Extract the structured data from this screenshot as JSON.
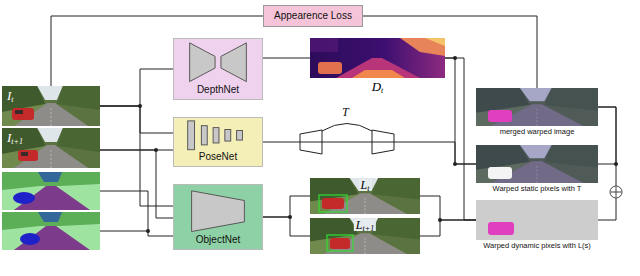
{
  "diagram": {
    "nodes": [
      {
        "text": [
          "Appearence Loss"
        ]
      },
      {
        "text": [
          "I",
          "t"
        ]
      },
      {
        "text": [
          "I",
          "t+1"
        ]
      },
      {
        "text": [
          "DepthNet"
        ]
      },
      {
        "text": [
          "PoseNet"
        ]
      },
      {
        "text": [
          "ObjectNet"
        ]
      },
      {
        "text": [
          "D",
          "t"
        ]
      },
      {
        "text": [
          "L",
          "t"
        ]
      },
      {
        "text": [
          "L",
          "t+1"
        ]
      },
      {
        "text": [
          "merged warped image"
        ]
      },
      {
        "text": [
          "Warped static pixels with T"
        ]
      },
      {
        "text": [
          "Warped dynamic pixels with L(s)"
        ]
      }
    ],
    "edges": [
      {
        "from": 1,
        "to": 0,
        "arrow": "none"
      },
      {
        "from": 0,
        "to": 9,
        "arrow": "none"
      },
      {
        "from": 1,
        "to": 3,
        "arrow": "none"
      },
      {
        "from": 1,
        "to": 4,
        "arrow": "none"
      },
      {
        "from": 2,
        "to": 4,
        "arrow": "none"
      },
      {
        "from": 1,
        "to": 5,
        "arrow": "none"
      },
      {
        "from": 2,
        "to": 5,
        "arrow": "none"
      },
      {
        "from": 3,
        "to": 6,
        "arrow": "none"
      },
      {
        "from": 4,
        "to": 10,
        "arrow": "none"
      },
      {
        "from": 6,
        "to": 10,
        "arrow": "none"
      },
      {
        "from": 6,
        "to": 11,
        "arrow": "none"
      },
      {
        "from": 5,
        "to": 7,
        "arrow": "none"
      },
      {
        "from": 5,
        "to": 8,
        "arrow": "none"
      },
      {
        "from": 7,
        "to": 11,
        "arrow": "none"
      },
      {
        "from": 8,
        "to": 11,
        "arrow": "none"
      },
      {
        "from": 10,
        "to": 9,
        "arrow": "none"
      },
      {
        "from": 11,
        "to": 9,
        "arrow": "none"
      }
    ],
    "labels": [
      "T"
    ]
  }
}
